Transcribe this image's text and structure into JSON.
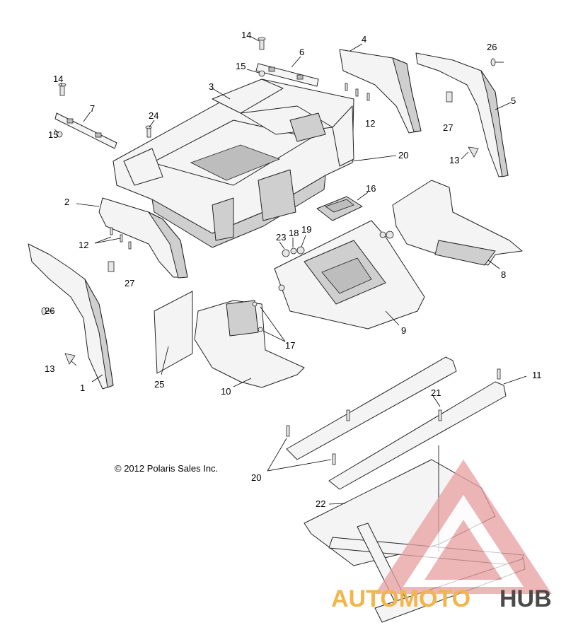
{
  "copyright": "© 2012 Polaris Sales Inc.",
  "callouts": [
    "1",
    "2",
    "3",
    "4",
    "5",
    "6",
    "7",
    "8",
    "9",
    "10",
    "11",
    "12",
    "13",
    "14",
    "15",
    "16",
    "17",
    "18",
    "19",
    "20",
    "21",
    "22",
    "23",
    "24",
    "25",
    "26",
    "27"
  ],
  "watermark": {
    "brand_part_a": "AUTOMOTO",
    "brand_part_b": "HUB",
    "accent_color": "#f2b54a",
    "dark_color": "#4a4a4a",
    "logo_color": "#e8a0a0"
  }
}
